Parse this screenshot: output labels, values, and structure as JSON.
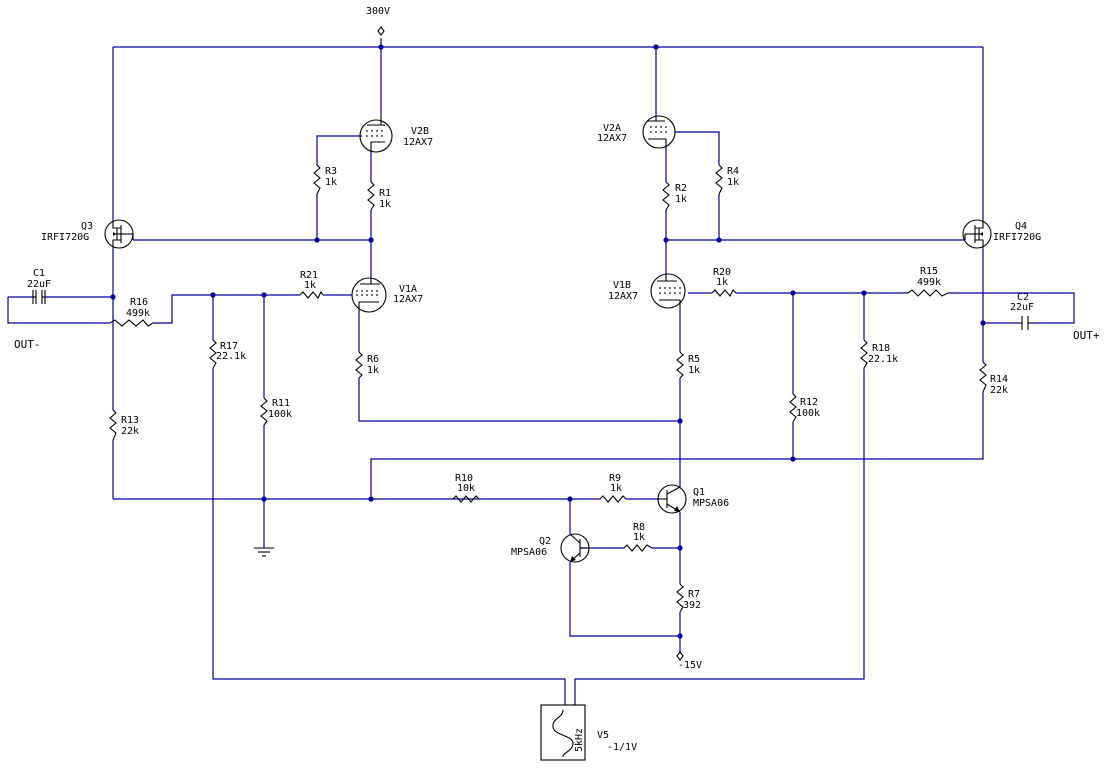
{
  "supply": {
    "pos": "300V",
    "neg": "-15V"
  },
  "outputs": {
    "neg": "OUT-",
    "pos": "OUT+"
  },
  "source": {
    "ref": "V5",
    "value": "-1/1V",
    "freq": "5kHz"
  },
  "tubes": [
    {
      "ref": "V2B",
      "type": "12AX7"
    },
    {
      "ref": "V2A",
      "type": "12AX7"
    },
    {
      "ref": "V1A",
      "type": "12AX7"
    },
    {
      "ref": "V1B",
      "type": "12AX7"
    }
  ],
  "mosfets": [
    {
      "ref": "Q3",
      "type": "IRFI720G"
    },
    {
      "ref": "Q4",
      "type": "IRFI720G"
    }
  ],
  "bjts": [
    {
      "ref": "Q1",
      "type": "MPSA06"
    },
    {
      "ref": "Q2",
      "type": "MPSA06"
    }
  ],
  "capacitors": [
    {
      "ref": "C1",
      "value": "22uF"
    },
    {
      "ref": "C2",
      "value": "22uF"
    }
  ],
  "resistors": [
    {
      "ref": "R1",
      "value": "1k"
    },
    {
      "ref": "R2",
      "value": "1k"
    },
    {
      "ref": "R3",
      "value": "1k"
    },
    {
      "ref": "R4",
      "value": "1k"
    },
    {
      "ref": "R5",
      "value": "1k"
    },
    {
      "ref": "R6",
      "value": "1k"
    },
    {
      "ref": "R7",
      "value": "392"
    },
    {
      "ref": "R8",
      "value": "1k"
    },
    {
      "ref": "R9",
      "value": "1k"
    },
    {
      "ref": "R10",
      "value": "10k"
    },
    {
      "ref": "R11",
      "value": "100k"
    },
    {
      "ref": "R12",
      "value": "100k"
    },
    {
      "ref": "R13",
      "value": "22k"
    },
    {
      "ref": "R14",
      "value": "22k"
    },
    {
      "ref": "R15",
      "value": "499k"
    },
    {
      "ref": "R16",
      "value": "499k"
    },
    {
      "ref": "R17",
      "value": "22.1k"
    },
    {
      "ref": "R18",
      "value": "22.1k"
    },
    {
      "ref": "R20",
      "value": "1k"
    },
    {
      "ref": "R21",
      "value": "1k"
    }
  ],
  "colors": {
    "wire": "#0000a0",
    "component": "#000000",
    "background": "#ffffff"
  }
}
